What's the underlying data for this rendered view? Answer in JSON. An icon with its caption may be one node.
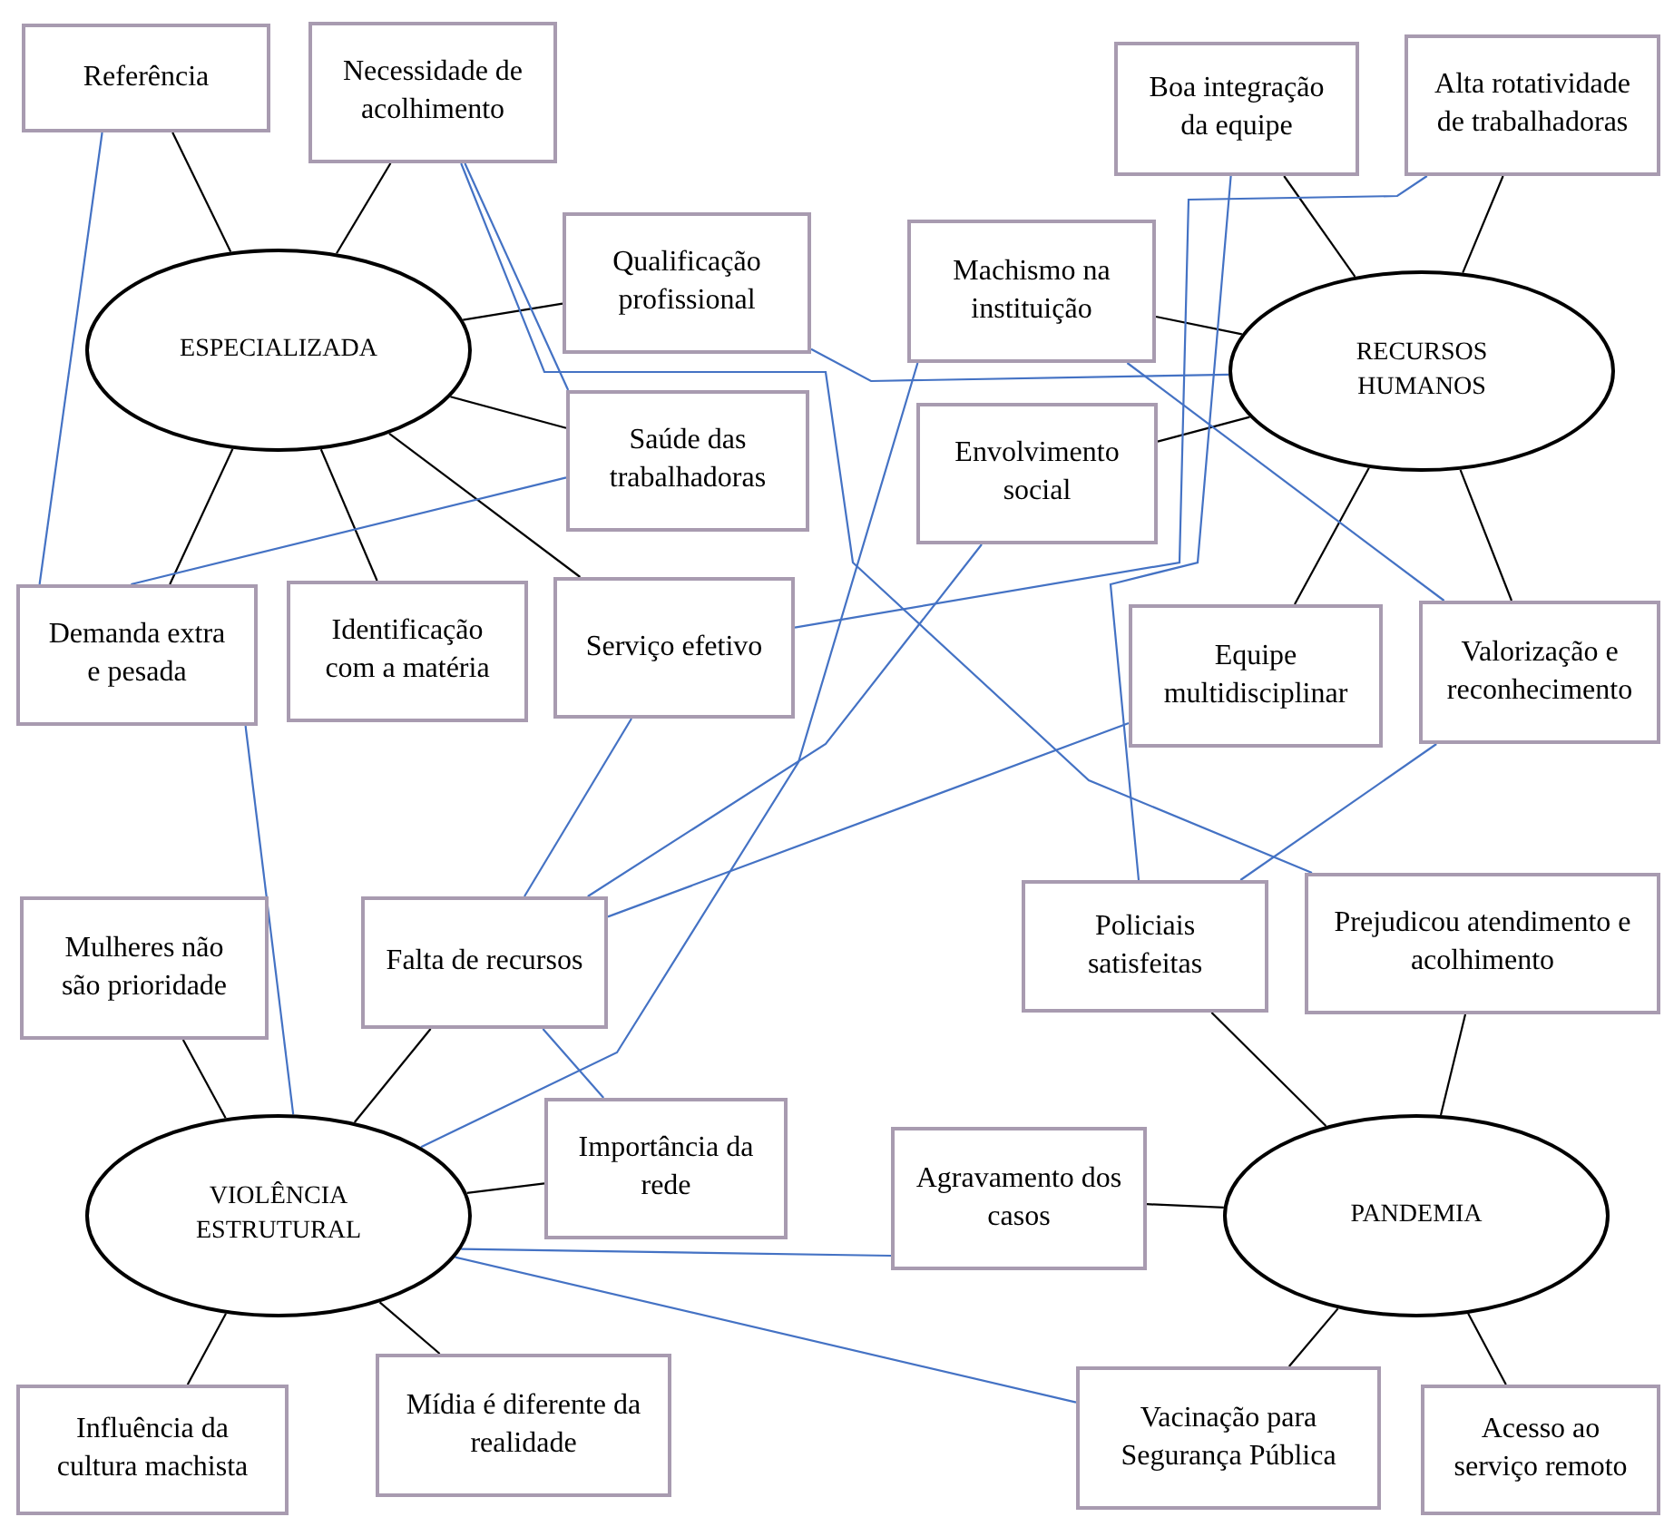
{
  "diagram": {
    "nodes": [
      {
        "text": [
          "ESPECIALIZADA"
        ]
      },
      {
        "text": [
          "Referência"
        ]
      },
      {
        "text": [
          "Necessidade de acolhimento"
        ]
      },
      {
        "text": [
          "Qualificação profissional"
        ]
      },
      {
        "text": [
          "Saúde das trabalhadoras"
        ]
      },
      {
        "text": [
          "Demanda extra e pesada"
        ]
      },
      {
        "text": [
          "Identificação com a matéria"
        ]
      },
      {
        "text": [
          "Serviço efetivo"
        ]
      },
      {
        "text": [
          "Machismo na instituição"
        ]
      },
      {
        "text": [
          "Boa integração da equipe"
        ]
      },
      {
        "text": [
          "Alta rotatividade de trabalhadoras"
        ]
      },
      {
        "text": [
          "RECURSOS HUMANOS"
        ]
      },
      {
        "text": [
          "Envolvimento social"
        ]
      },
      {
        "text": [
          "Equipe multidisciplinar"
        ]
      },
      {
        "text": [
          "Valorização e reconhecimento"
        ]
      },
      {
        "text": [
          "Mulheres não são prioridade"
        ]
      },
      {
        "text": [
          "Falta de recursos"
        ]
      },
      {
        "text": [
          "Importância da rede"
        ]
      },
      {
        "text": [
          "VIOLÊNCIA ESTRUTURAL"
        ]
      },
      {
        "text": [
          "Policiais satisfeitas"
        ]
      },
      {
        "text": [
          "Prejudicou atendimento e acolhimento"
        ]
      },
      {
        "text": [
          "Agravamento dos casos"
        ]
      },
      {
        "text": [
          "PANDEMIA"
        ]
      },
      {
        "text": [
          "Vacinação para Segurança Pública"
        ]
      },
      {
        "text": [
          "Acesso ao serviço remoto"
        ]
      },
      {
        "text": [
          "Influência da cultura machista"
        ]
      },
      {
        "text": [
          "Mídia é diferente da realidade"
        ]
      }
    ],
    "edges": [
      {
        "from": 0,
        "to": 1,
        "arrow": "none"
      },
      {
        "from": 0,
        "to": 2,
        "arrow": "none"
      },
      {
        "from": 0,
        "to": 3,
        "arrow": "none"
      },
      {
        "from": 0,
        "to": 4,
        "arrow": "none"
      },
      {
        "from": 0,
        "to": 5,
        "arrow": "none"
      },
      {
        "from": 0,
        "to": 6,
        "arrow": "none"
      },
      {
        "from": 0,
        "to": 7,
        "arrow": "none"
      },
      {
        "from": 11,
        "to": 9,
        "arrow": "none"
      },
      {
        "from": 11,
        "to": 10,
        "arrow": "none"
      },
      {
        "from": 11,
        "to": 8,
        "arrow": "none"
      },
      {
        "from": 11,
        "to": 12,
        "arrow": "none"
      },
      {
        "from": 11,
        "to": 13,
        "arrow": "none"
      },
      {
        "from": 11,
        "to": 14,
        "arrow": "none"
      },
      {
        "from": 18,
        "to": 15,
        "arrow": "none"
      },
      {
        "from": 18,
        "to": 16,
        "arrow": "none"
      },
      {
        "from": 18,
        "to": 17,
        "arrow": "none"
      },
      {
        "from": 18,
        "to": 25,
        "arrow": "none"
      },
      {
        "from": 18,
        "to": 26,
        "arrow": "none"
      },
      {
        "from": 22,
        "to": 19,
        "arrow": "none"
      },
      {
        "from": 22,
        "to": 20,
        "arrow": "none"
      },
      {
        "from": 22,
        "to": 21,
        "arrow": "none"
      },
      {
        "from": 22,
        "to": 23,
        "arrow": "none"
      },
      {
        "from": 22,
        "to": 24,
        "arrow": "none"
      },
      {
        "from": 1,
        "to": 5,
        "arrow": "none",
        "color": "#4472c4"
      },
      {
        "from": 2,
        "to": 4,
        "arrow": "none",
        "color": "#4472c4"
      },
      {
        "from": 2,
        "to": 20,
        "arrow": "none",
        "color": "#4472c4"
      },
      {
        "from": 3,
        "to": 11,
        "arrow": "none",
        "color": "#4472c4"
      },
      {
        "from": 4,
        "to": 5,
        "arrow": "none",
        "color": "#4472c4"
      },
      {
        "from": 5,
        "to": 18,
        "arrow": "none",
        "color": "#4472c4"
      },
      {
        "from": 7,
        "to": 10,
        "arrow": "none",
        "color": "#4472c4"
      },
      {
        "from": 7,
        "to": 16,
        "arrow": "none",
        "color": "#4472c4"
      },
      {
        "from": 8,
        "to": 18,
        "arrow": "none",
        "color": "#4472c4"
      },
      {
        "from": 8,
        "to": 14,
        "arrow": "none",
        "color": "#4472c4"
      },
      {
        "from": 12,
        "to": 16,
        "arrow": "none",
        "color": "#4472c4"
      },
      {
        "from": 13,
        "to": 16,
        "arrow": "none",
        "color": "#4472c4"
      },
      {
        "from": 9,
        "to": 19,
        "arrow": "none",
        "color": "#4472c4"
      },
      {
        "from": 14,
        "to": 19,
        "arrow": "none",
        "color": "#4472c4"
      },
      {
        "from": 18,
        "to": 21,
        "arrow": "none",
        "color": "#4472c4"
      },
      {
        "from": 18,
        "to": 23,
        "arrow": "none",
        "color": "#4472c4"
      },
      {
        "from": 16,
        "to": 17,
        "arrow": "none",
        "color": "#4472c4"
      }
    ]
  }
}
